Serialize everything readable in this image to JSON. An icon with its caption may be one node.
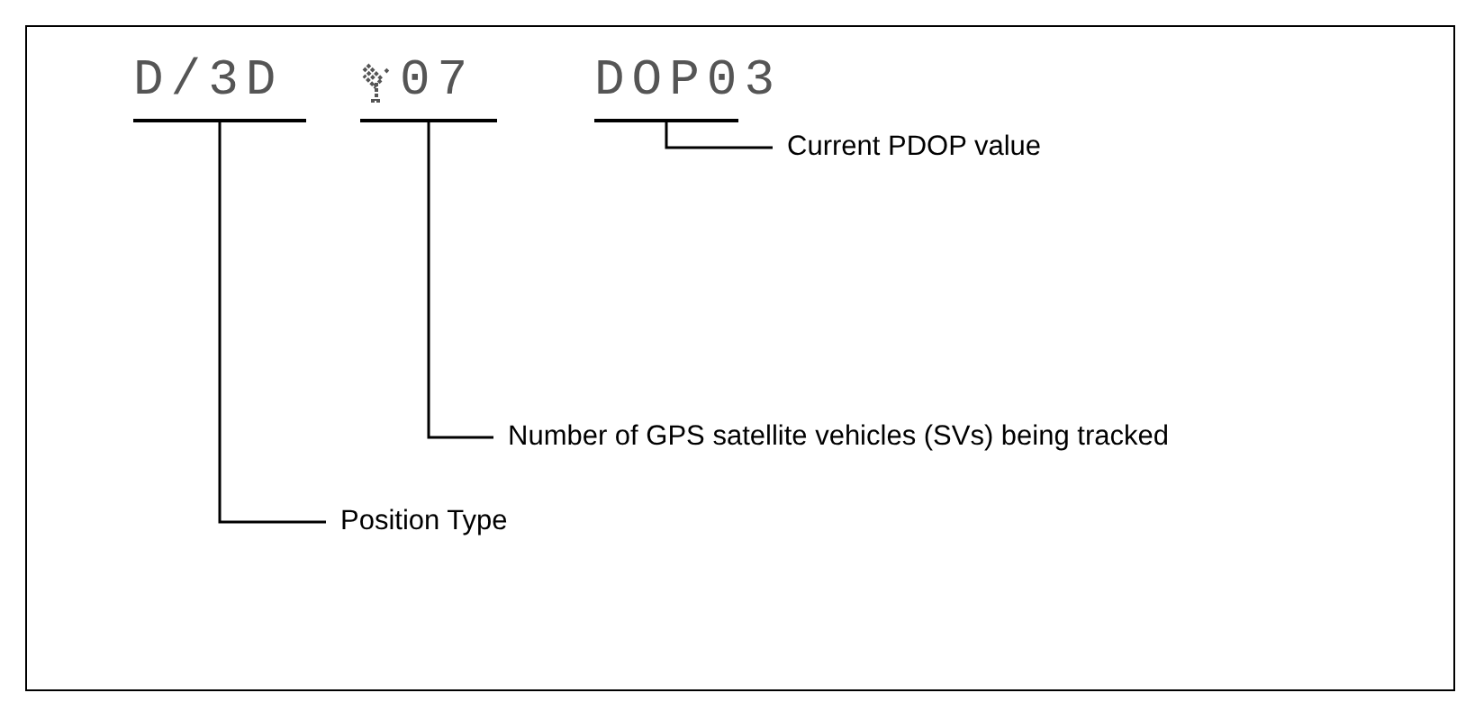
{
  "diagram": {
    "nodes": [
      {
        "text": [
          "D/3D"
        ]
      },
      {
        "text": [
          "07"
        ]
      },
      {
        "text": [
          "DOP03"
        ]
      },
      {
        "text": [
          "Current PDOP value"
        ]
      },
      {
        "text": [
          "Number of GPS satellite vehicles (SVs) being tracked"
        ]
      },
      {
        "text": [
          "Position Type"
        ]
      }
    ],
    "edges": [
      {
        "from": 3,
        "to": 2,
        "arrow": "none"
      },
      {
        "from": 4,
        "to": 1,
        "arrow": "none"
      },
      {
        "from": 5,
        "to": 0,
        "arrow": "none"
      }
    ]
  }
}
